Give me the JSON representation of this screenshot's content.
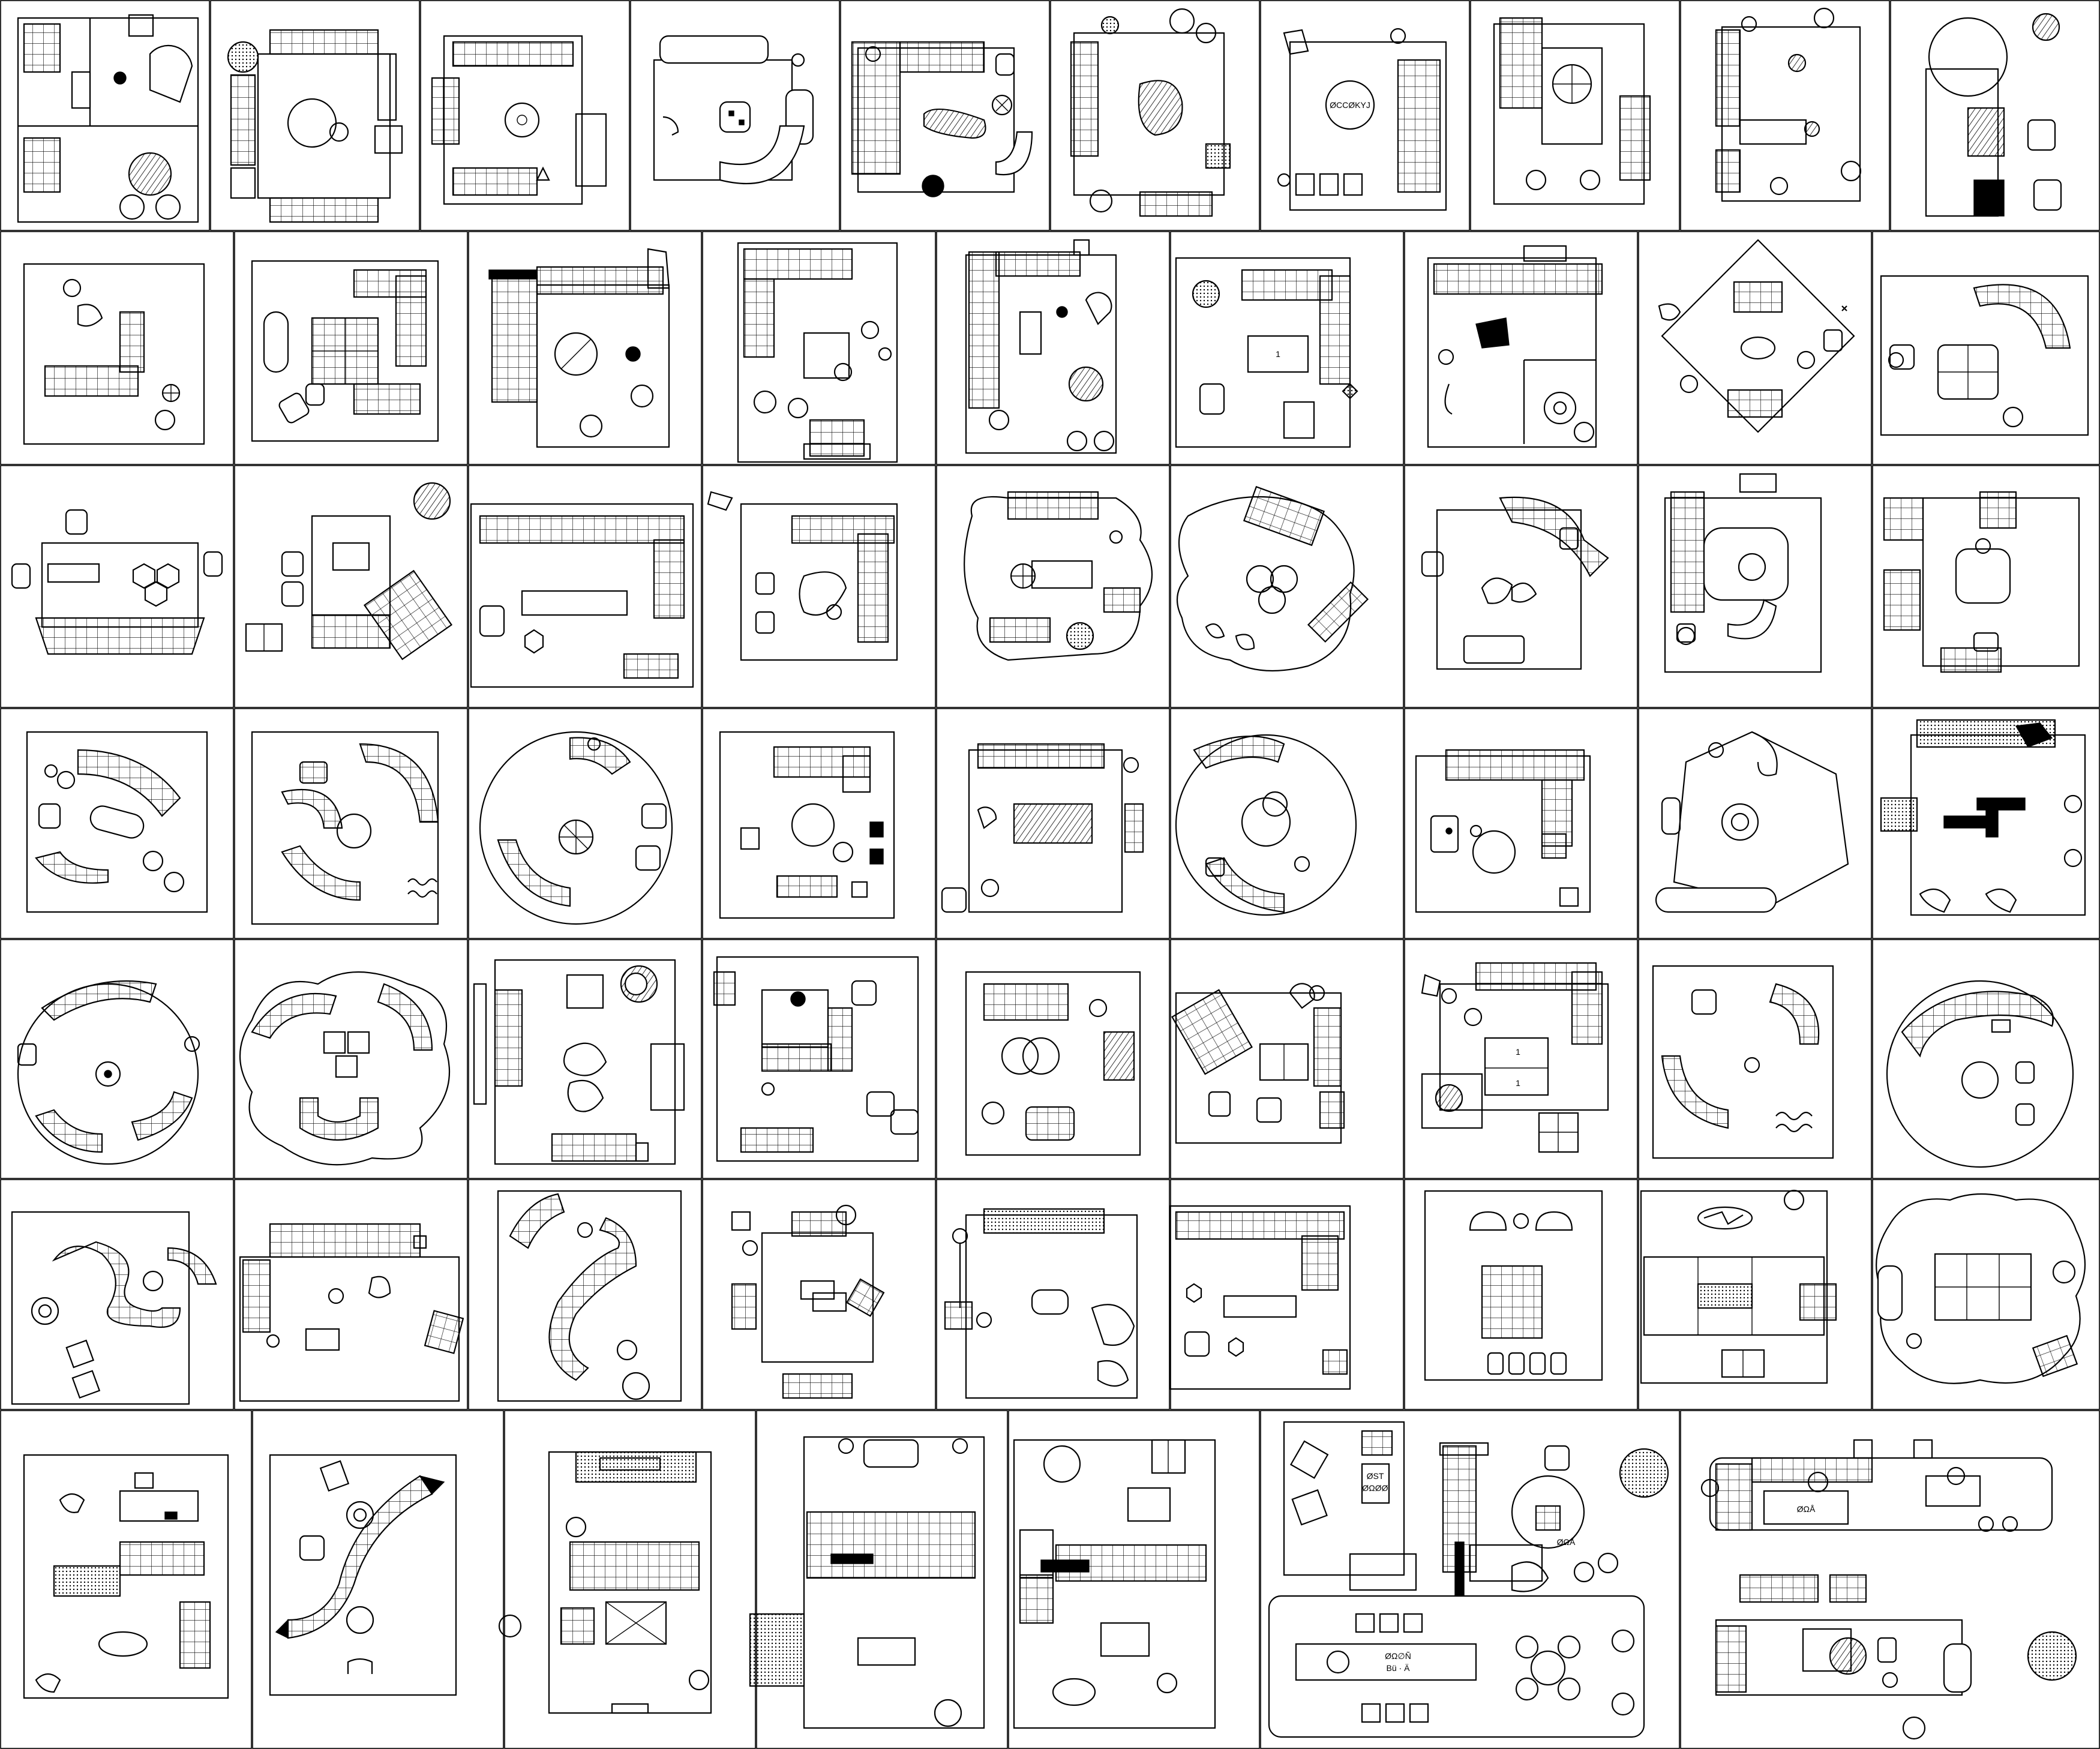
{
  "sheet": {
    "background": "#ffffff",
    "ink": "#000000",
    "grid_rows": 7
  },
  "labels": {
    "row1_rug_text": "ØCCØKYJ",
    "row2_table_mark": "1",
    "row5_table_mark_a": "1",
    "row5_table_mark_b": "1",
    "row7_desk_label_a": "ØST",
    "row7_desk_label_b": "ØΩØØ",
    "row7_coffee_label": "ØΩÅ",
    "row7_note_a": "ØΩ∅Ñ",
    "row7_note_b": "Bü · Ä",
    "row7_island_label": "ØΩÅ"
  }
}
